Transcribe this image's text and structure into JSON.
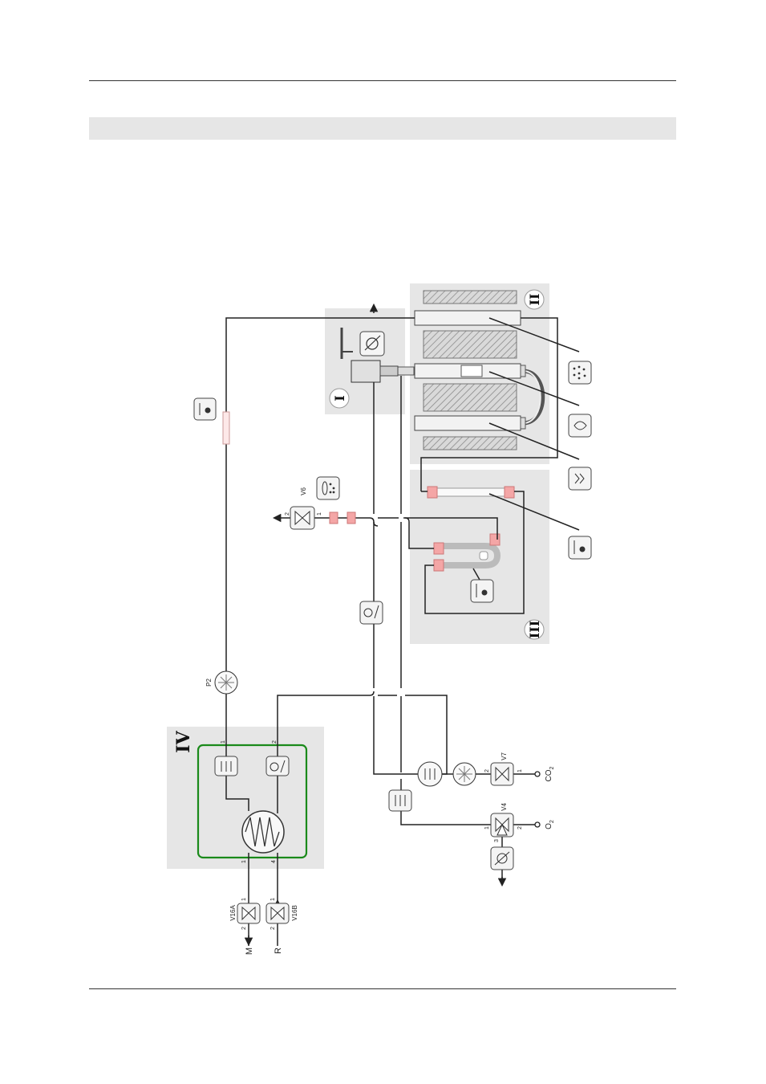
{
  "regions": {
    "region_I": "I",
    "region_II": "II",
    "region_III": "III",
    "region_IV": "IV"
  },
  "valves": {
    "v6": "V6",
    "v7": "V7",
    "v4": "V4",
    "v16a": "V16A",
    "v16b": "V16B"
  },
  "pumps": {
    "p2": "P2"
  },
  "ports": {
    "p1": "1",
    "p2": "2",
    "p3": "3",
    "p4": "4"
  },
  "gases": {
    "co2": "CO",
    "co2_sub": "2",
    "o2": "O",
    "o2_sub": "2"
  },
  "outlets": {
    "m": "M",
    "r": "R"
  },
  "colors": {
    "region_fill": "#e6e6e6",
    "heat_exchanger_border": "#1a8a1a",
    "connector": "#f4a6a6",
    "line": "#222222"
  },
  "icons": [
    "fan-icon",
    "flame-icon",
    "heater-icon",
    "sensor-icon",
    "droplet-sensor-icon",
    "pressure-sensor-icon",
    "flow-sensor-icon",
    "pump-icon",
    "valve-icon",
    "heat-exchanger-icon"
  ]
}
